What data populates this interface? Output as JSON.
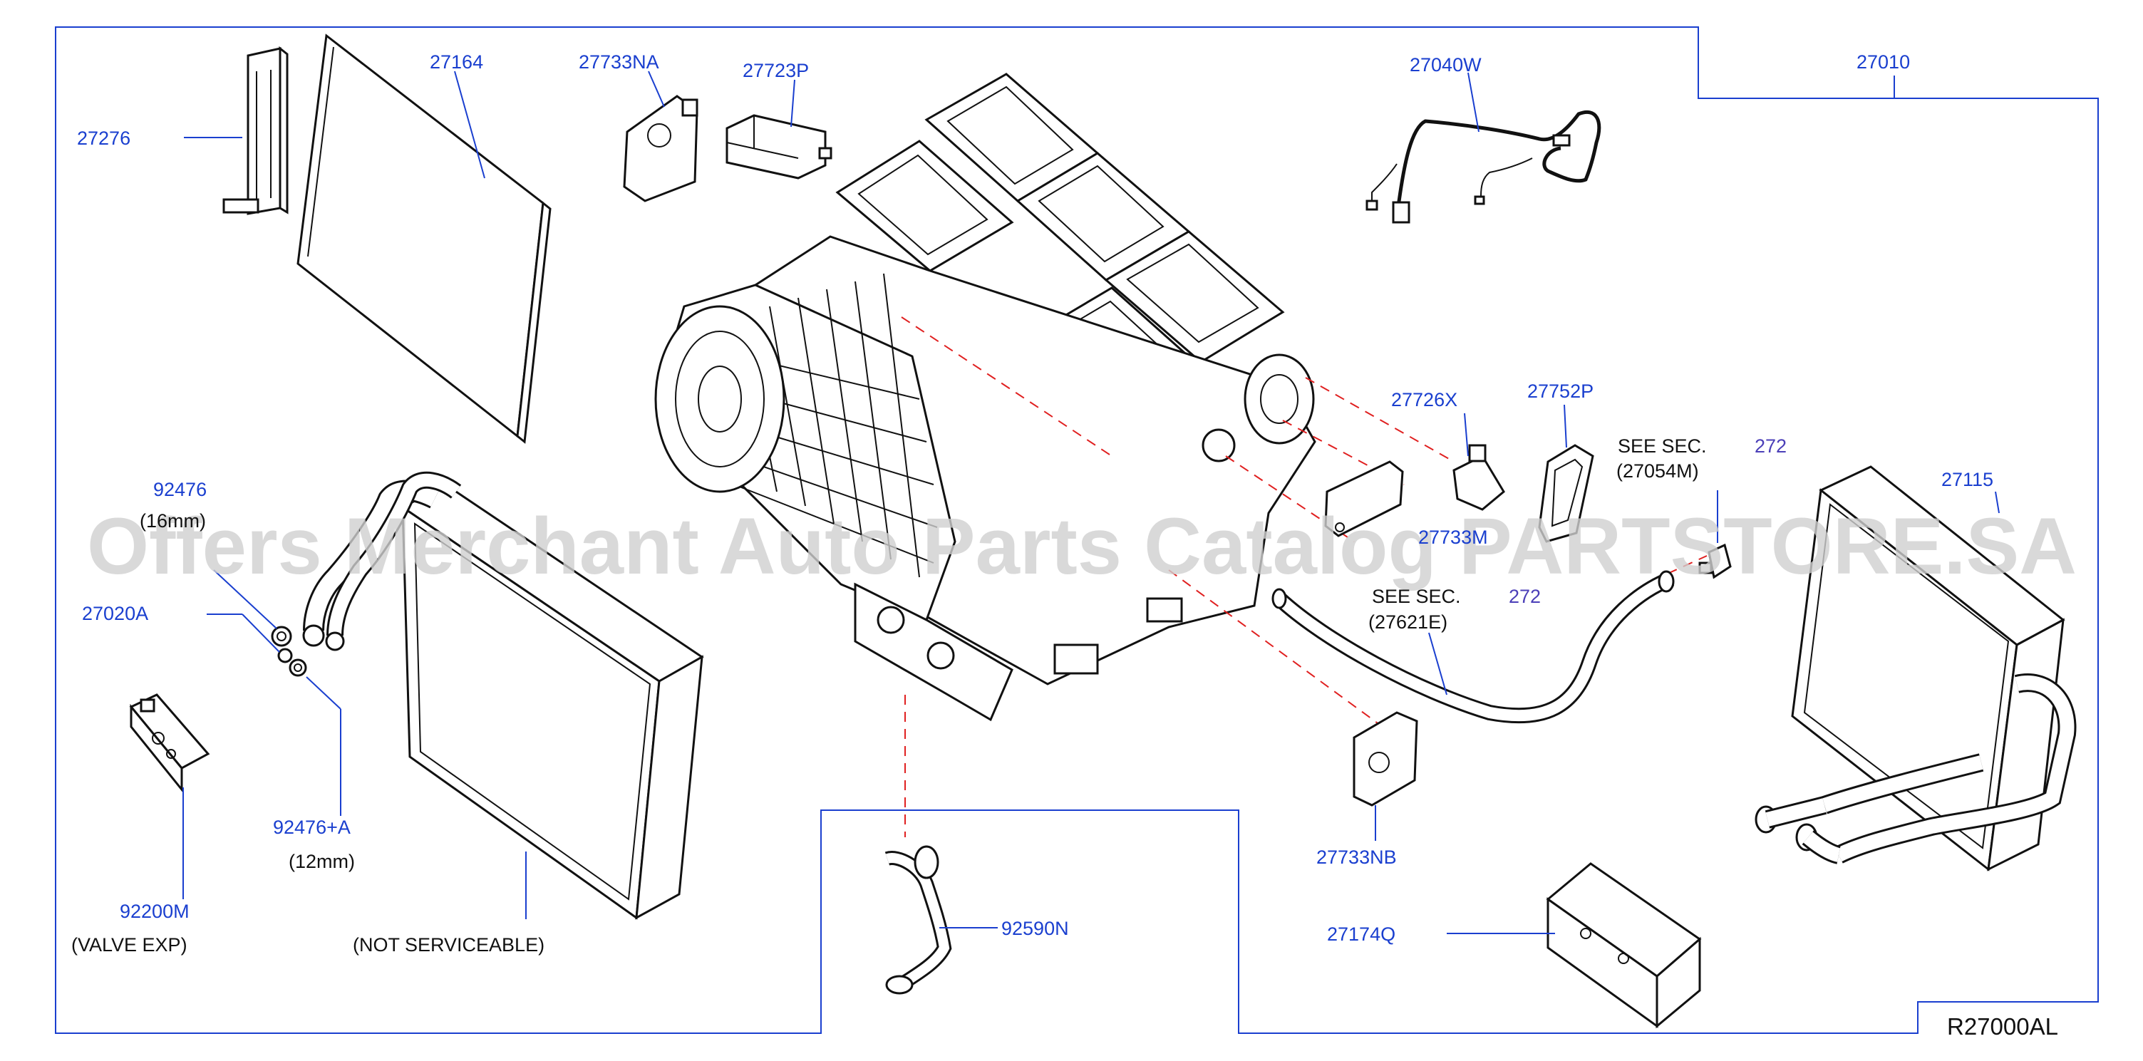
{
  "diagram": {
    "diagram_code": "R27000AL",
    "watermark": "Offers Merchant Auto Parts Catalog PARTSTORE.SA",
    "labels": {
      "p27276": "27276",
      "p27164": "27164",
      "p27733NA": "27733NA",
      "p27723P": "27723P",
      "p27040W": "27040W",
      "p27010": "27010",
      "p92476": "92476",
      "p92476_size": "(16mm)",
      "p27020A": "27020A",
      "p92476A": "92476+A",
      "p92476A_size": "(12mm)",
      "p92200M": "92200M",
      "p92200M_note": "(VALVE   EXP)",
      "not_serviceable": "(NOT   SERVICEABLE)",
      "p27726X": "27726X",
      "p27752P": "27752P",
      "p27733M": "27733M",
      "p27115": "27115",
      "p27733NB": "27733NB",
      "p92590N": "92590N",
      "p27174Q": "27174Q"
    },
    "see_sections": [
      {
        "see": "SEE   SEC.",
        "section": "272",
        "ref": "(27054M)"
      },
      {
        "see": "SEE   SEC.",
        "section": "272",
        "ref": "(27621E)"
      }
    ]
  }
}
